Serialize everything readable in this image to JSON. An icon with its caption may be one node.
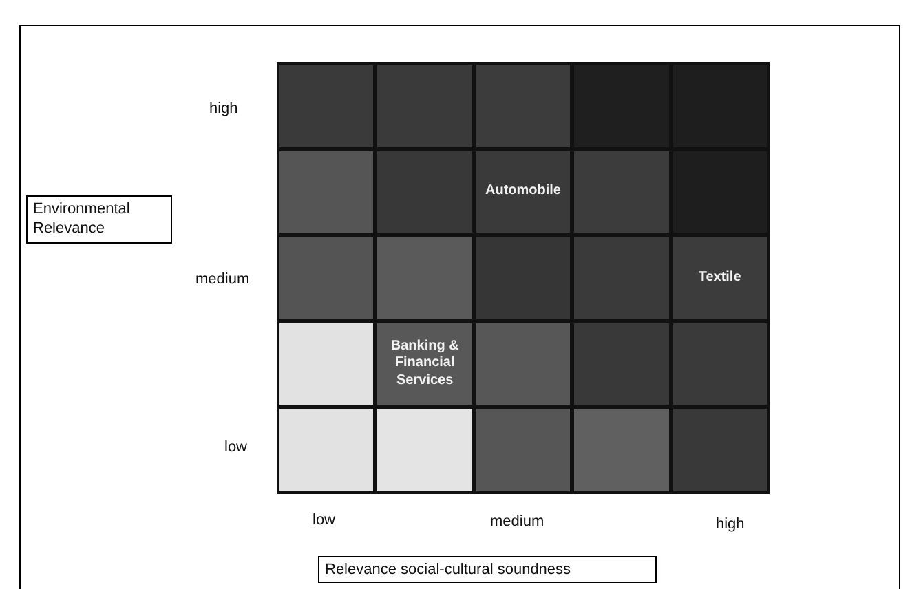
{
  "diagram": {
    "nodes": [
      {
        "text": [],
        "shape": "box"
      },
      {
        "text": [],
        "shape": "box"
      },
      {
        "text": [],
        "shape": "box"
      },
      {
        "text": [],
        "shape": "box"
      },
      {
        "text": [],
        "shape": "box"
      },
      {
        "text": [],
        "shape": "box"
      },
      {
        "text": [],
        "shape": "box"
      },
      {
        "text": [
          "Automobile"
        ]
      },
      {
        "text": [],
        "shape": "box"
      },
      {
        "text": [],
        "shape": "box"
      },
      {
        "text": [],
        "shape": "box"
      },
      {
        "text": [],
        "shape": "box"
      },
      {
        "text": [],
        "shape": "box"
      },
      {
        "text": [],
        "shape": "box"
      },
      {
        "text": [
          "Textile"
        ]
      },
      {
        "text": [],
        "shape": "box"
      },
      {
        "text": [
          "Banking & Financial Services"
        ]
      },
      {
        "text": [],
        "shape": "box"
      },
      {
        "text": [],
        "shape": "box"
      },
      {
        "text": [],
        "shape": "box"
      },
      {
        "text": [],
        "shape": "box"
      },
      {
        "text": [],
        "shape": "box"
      },
      {
        "text": [],
        "shape": "box"
      },
      {
        "text": [],
        "shape": "box"
      },
      {
        "text": [],
        "shape": "box"
      },
      {
        "text": [
          "Environmental Relevance"
        ]
      },
      {
        "text": [
          "Relevance social-cultural soundness"
        ]
      }
    ],
    "labels": [
      "high",
      "medium",
      "low",
      "low",
      "medium",
      "high"
    ]
  }
}
